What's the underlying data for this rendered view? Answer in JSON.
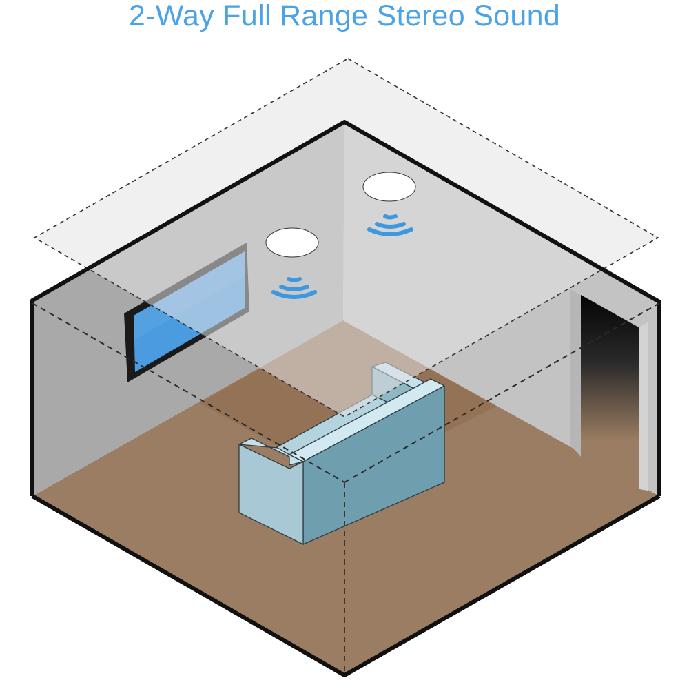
{
  "title": "2-Way Full Range Stereo Sound",
  "colors": {
    "title": "#4aa3e6",
    "left_wall": "#a9a9a9",
    "right_wall": "#c3c3c4",
    "floor": "#9a7d62",
    "ceiling_plane": "#dcdcdc",
    "outline": "#111111",
    "tv_screen": "#4a9be0",
    "tv_frame": "#1a1a1a",
    "sofa_light": "#a9c8d6",
    "sofa_dark": "#6f9fae",
    "speaker": "#ffffff",
    "sound_wave": "#3d98e0",
    "doorway": "#0a0a0a"
  },
  "scene": {
    "description": "Isometric cutaway of a living room with two in-ceiling speakers emitting sound waves, a wall-mounted TV, a sofa, and a doorway, with a dashed ceiling plane.",
    "elements": [
      {
        "name": "ceiling-plane",
        "style": "dashed translucent plane"
      },
      {
        "name": "speaker-left",
        "type": "in-ceiling speaker"
      },
      {
        "name": "speaker-right",
        "type": "in-ceiling speaker"
      },
      {
        "name": "tv",
        "type": "wall-mounted television"
      },
      {
        "name": "sofa",
        "type": "couch"
      },
      {
        "name": "doorway",
        "type": "door opening on right wall"
      }
    ]
  }
}
